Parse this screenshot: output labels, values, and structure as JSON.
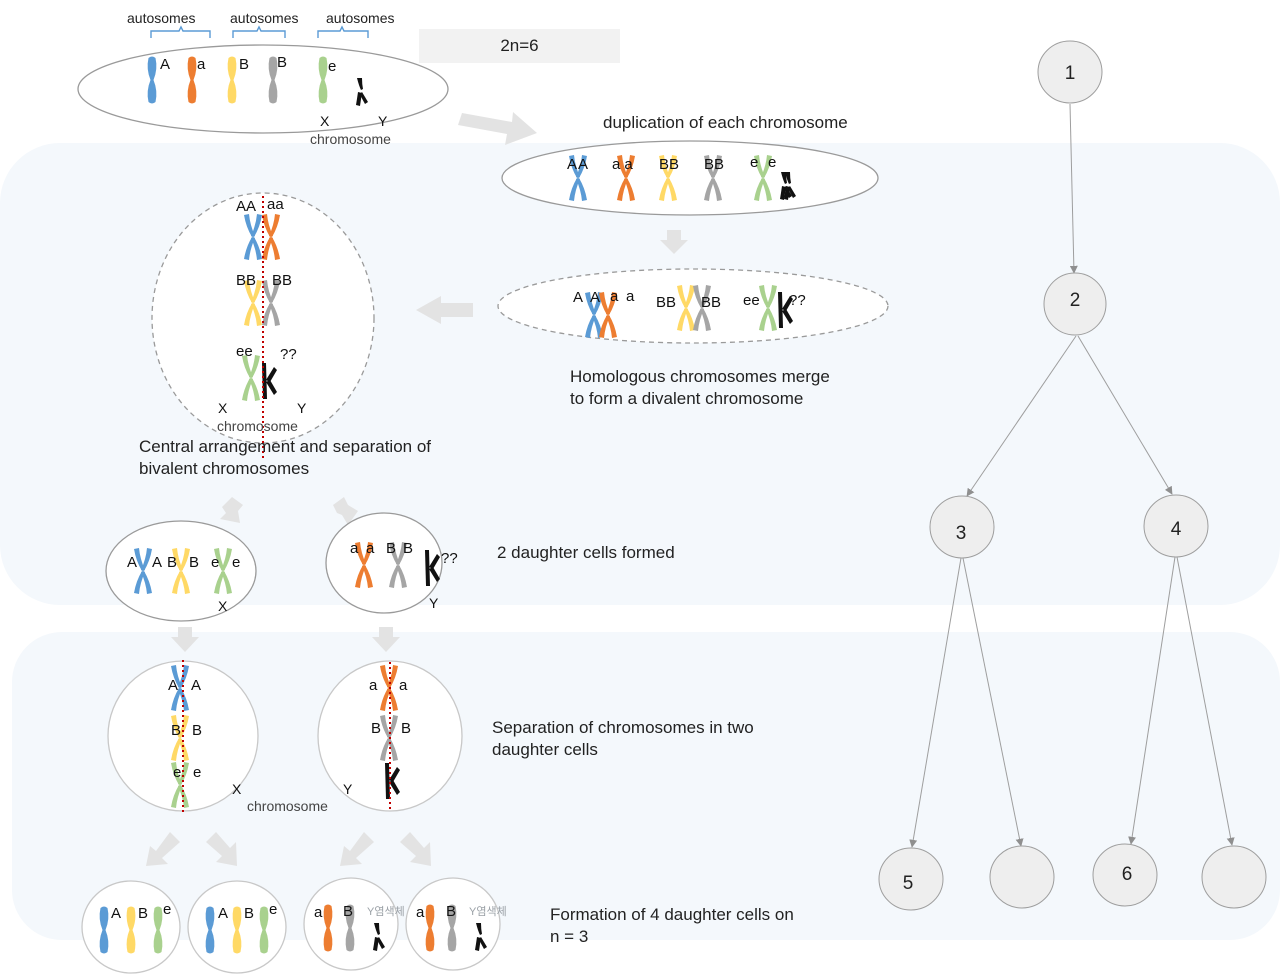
{
  "top": {
    "autosome_labels": [
      "autosomes",
      "autosomes",
      "autosomes"
    ],
    "ploidy": "2n=6",
    "gene_labels": [
      "A",
      "a",
      "B",
      "B",
      "e"
    ],
    "x_label": "X",
    "y_label": "Y",
    "chromosome_label": "chromosome"
  },
  "dup": {
    "title": "duplication of each chromosome",
    "genes": [
      "AA",
      "aa",
      "BB",
      "BB",
      "e",
      "e"
    ]
  },
  "biv": {
    "genes": [
      "A",
      "A",
      "a",
      "a",
      "BB",
      "BB",
      "ee",
      "??"
    ],
    "caption_1": "Homologous chromosomes merge",
    "caption_2": "to form a divalent chromosome"
  },
  "meta": {
    "genes": [
      "AA",
      "aa",
      "BB",
      "BB",
      "ee",
      "??"
    ],
    "x_label": "X",
    "y_label": "Y",
    "chromosome_label": "chromosome",
    "caption_1": "Central arrangement and separation of",
    "caption_2": "bivalent chromosomes"
  },
  "daughters": {
    "left_genes": [
      "A",
      "A",
      "B",
      "B",
      "e",
      "e"
    ],
    "left_x": "X",
    "right_genes": [
      "a",
      "a",
      "B",
      "B",
      "??"
    ],
    "right_y": "Y",
    "caption": "2 daughter cells formed"
  },
  "separation": {
    "left_genes": [
      "A",
      "A",
      "B",
      "B",
      "e",
      "e"
    ],
    "left_x": "X",
    "chromosome_label": "chromosome",
    "right_genes": [
      "a",
      "a",
      "B",
      "B"
    ],
    "right_y": "Y",
    "caption_1": "Separation of chromosomes in two",
    "caption_2": "daughter cells"
  },
  "final": {
    "cell1": [
      "A",
      "B",
      "e"
    ],
    "cell2": [
      "A",
      "B",
      "e"
    ],
    "cell3": [
      "a",
      "B"
    ],
    "cell4": [
      "a",
      "B"
    ],
    "y_kor": "Y염색체",
    "caption_1": "Formation of 4 daughter cells on",
    "caption_2": "n = 3"
  },
  "tree": {
    "nodes": [
      {
        "id": "n1",
        "label": "1"
      },
      {
        "id": "n2",
        "label": "2"
      },
      {
        "id": "n3",
        "label": "3"
      },
      {
        "id": "n4",
        "label": "4"
      },
      {
        "id": "n5",
        "label": "5"
      },
      {
        "id": "n5b",
        "label": ""
      },
      {
        "id": "n6",
        "label": "6"
      },
      {
        "id": "n6b",
        "label": ""
      }
    ]
  },
  "colors": {
    "blue": "#5b9bd5",
    "orange": "#ed7d31",
    "yellow": "#ffd966",
    "gray": "#a5a5a5",
    "green": "#a9d18e",
    "black": "#111111",
    "panel": "#f4f8fc",
    "arrow": "#e3e3e3",
    "node_fill": "#eeeeee",
    "node_stroke": "#9e9e9e",
    "divider": "#c00000"
  }
}
